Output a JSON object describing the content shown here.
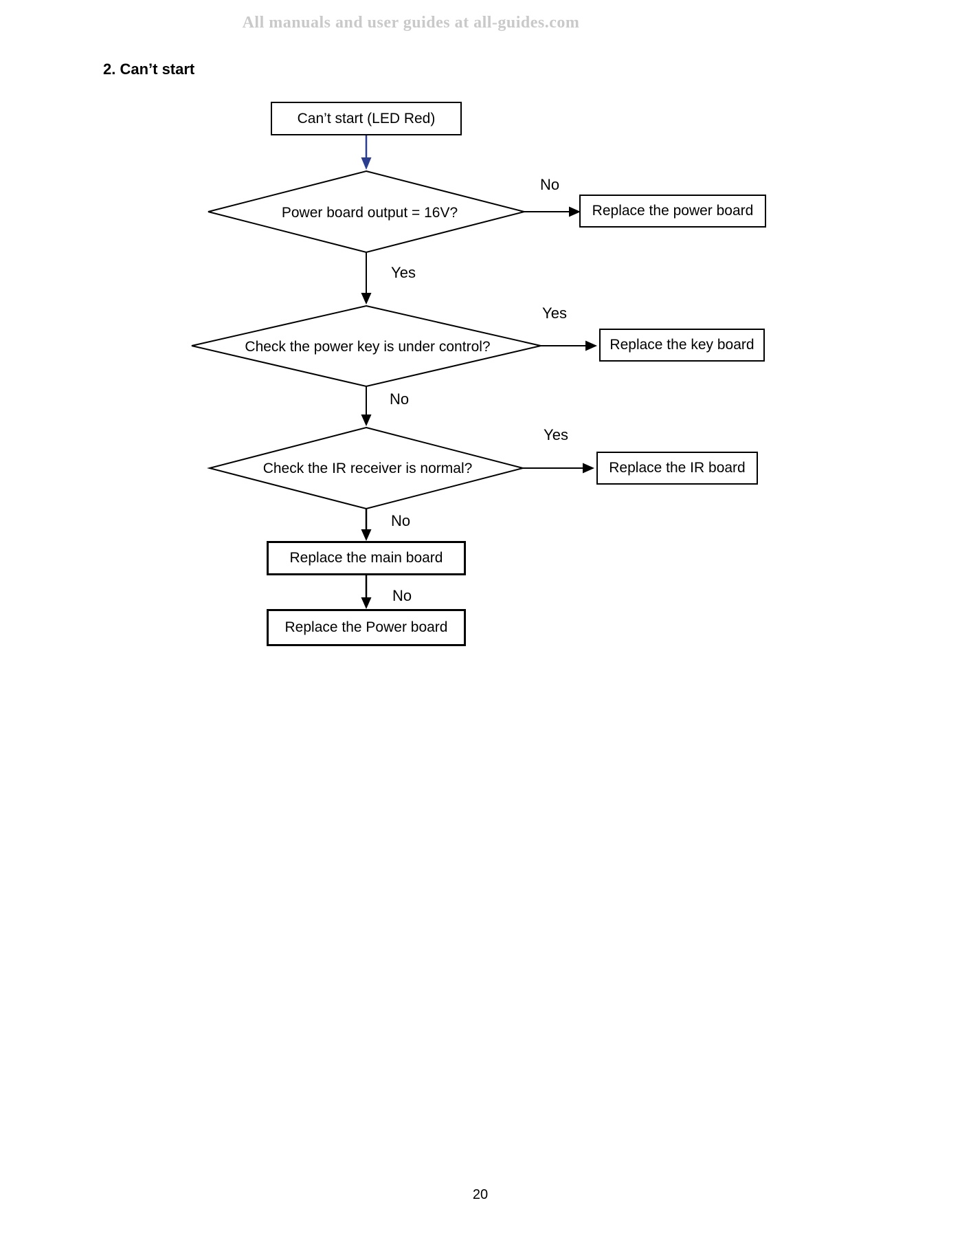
{
  "page": {
    "watermark": "All manuals and user guides at all-guides.com",
    "section_title": "2. Can’t start",
    "page_number": "20"
  },
  "flowchart": {
    "start": "Can’t start (LED Red)",
    "decisions": [
      {
        "question": "Power board output = 16V?",
        "right_label": "No",
        "right_action": "Replace the power board",
        "down_label": "Yes"
      },
      {
        "question": "Check the power key is under control?",
        "right_label": "Yes",
        "right_action": "Replace the key board",
        "down_label": "No"
      },
      {
        "question": "Check the IR receiver is normal?",
        "right_label": "Yes",
        "right_action": "Replace the IR board",
        "down_label": "No"
      }
    ],
    "final_steps": [
      {
        "label": "Replace the main board",
        "down_label": "No"
      },
      {
        "label": "Replace the Power board"
      }
    ],
    "colors": {
      "line": "#000000",
      "start_arrow": "#2b3d8e",
      "watermark": "#c9c9c9"
    }
  }
}
